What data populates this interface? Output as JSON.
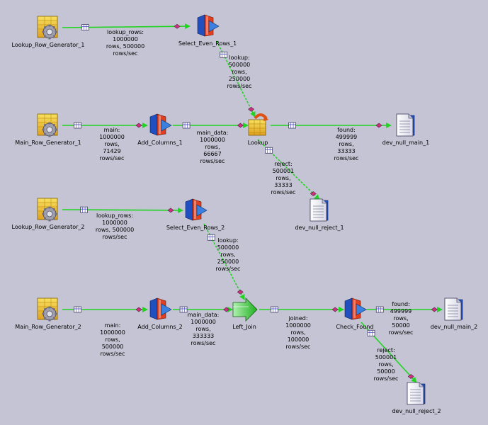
{
  "colors": {
    "background": "#c4c4d4",
    "link": "#22d422",
    "generator": "#f0c830",
    "select": "#d04020",
    "doc": "#3060c0"
  },
  "nodes": [
    {
      "id": "lrg1",
      "label": "Lookup_Row_Generator_1",
      "icon": "row-generator-icon"
    },
    {
      "id": "ser1",
      "label": "Select_Even_Rows_1",
      "icon": "filter-icon"
    },
    {
      "id": "mrg1",
      "label": "Main_Row_Generator_1",
      "icon": "row-generator-icon"
    },
    {
      "id": "ac1",
      "label": "Add_Columns_1",
      "icon": "filter-icon"
    },
    {
      "id": "lookup",
      "label": "Lookup",
      "icon": "lookup-icon"
    },
    {
      "id": "dnm1",
      "label": "dev_null_main_1",
      "icon": "document-icon"
    },
    {
      "id": "dnr1",
      "label": "dev_null_reject_1",
      "icon": "document-icon"
    },
    {
      "id": "lrg2",
      "label": "Lookup_Row_Generator_2",
      "icon": "row-generator-icon"
    },
    {
      "id": "ser2",
      "label": "Select_Even_Rows_2",
      "icon": "filter-icon"
    },
    {
      "id": "mrg2",
      "label": "Main_Row_Generator_2",
      "icon": "row-generator-icon"
    },
    {
      "id": "ac2",
      "label": "Add_Columns_2",
      "icon": "filter-icon"
    },
    {
      "id": "lj",
      "label": "Left_Join",
      "icon": "join-arrow-icon"
    },
    {
      "id": "cf",
      "label": "Check_Found",
      "icon": "filter-icon"
    },
    {
      "id": "dnm2",
      "label": "dev_null_main_2",
      "icon": "document-icon"
    },
    {
      "id": "dnr2",
      "label": "dev_null_reject_2",
      "icon": "document-icon"
    }
  ],
  "links": [
    {
      "from": "lrg1",
      "to": "ser1",
      "label": [
        "lookup_rows:",
        "1000000",
        "rows, 500000",
        "rows/sec"
      ]
    },
    {
      "from": "ser1",
      "to": "lookup",
      "label": [
        "lookup:",
        "500000",
        "rows,",
        "250000",
        "rows/sec"
      ]
    },
    {
      "from": "mrg1",
      "to": "ac1",
      "label": [
        "main:",
        "1000000",
        "rows,",
        "71429",
        "rows/sec"
      ]
    },
    {
      "from": "ac1",
      "to": "lookup",
      "label": [
        "main_data:",
        "1000000",
        "rows,",
        "66667",
        "rows/sec"
      ]
    },
    {
      "from": "lookup",
      "to": "dnm1",
      "label": [
        "found:",
        "499999",
        "rows,",
        "33333",
        "rows/sec"
      ]
    },
    {
      "from": "lookup",
      "to": "dnr1",
      "label": [
        "reject:",
        "500001",
        "rows,",
        "33333",
        "rows/sec"
      ]
    },
    {
      "from": "lrg2",
      "to": "ser2",
      "label": [
        "lookup_rows:",
        "1000000",
        "rows, 500000",
        "rows/sec"
      ]
    },
    {
      "from": "ser2",
      "to": "lj",
      "label": [
        "lookup:",
        "500000",
        "rows,",
        "250000",
        "rows/sec"
      ]
    },
    {
      "from": "mrg2",
      "to": "ac2",
      "label": [
        "main:",
        "1000000",
        "rows,",
        "500000",
        "rows/sec"
      ]
    },
    {
      "from": "ac2",
      "to": "lj",
      "label": [
        "main_data:",
        "1000000",
        "rows,",
        "333333",
        "rows/sec"
      ]
    },
    {
      "from": "lj",
      "to": "cf",
      "label": [
        "joined:",
        "1000000",
        "rows,",
        "100000",
        "rows/sec"
      ]
    },
    {
      "from": "cf",
      "to": "dnm2",
      "label": [
        "found:",
        "499999",
        "rows,",
        "50000",
        "rows/sec"
      ]
    },
    {
      "from": "cf",
      "to": "dnr2",
      "label": [
        "reject:",
        "500001",
        "rows,",
        "50000",
        "rows/sec"
      ]
    }
  ]
}
